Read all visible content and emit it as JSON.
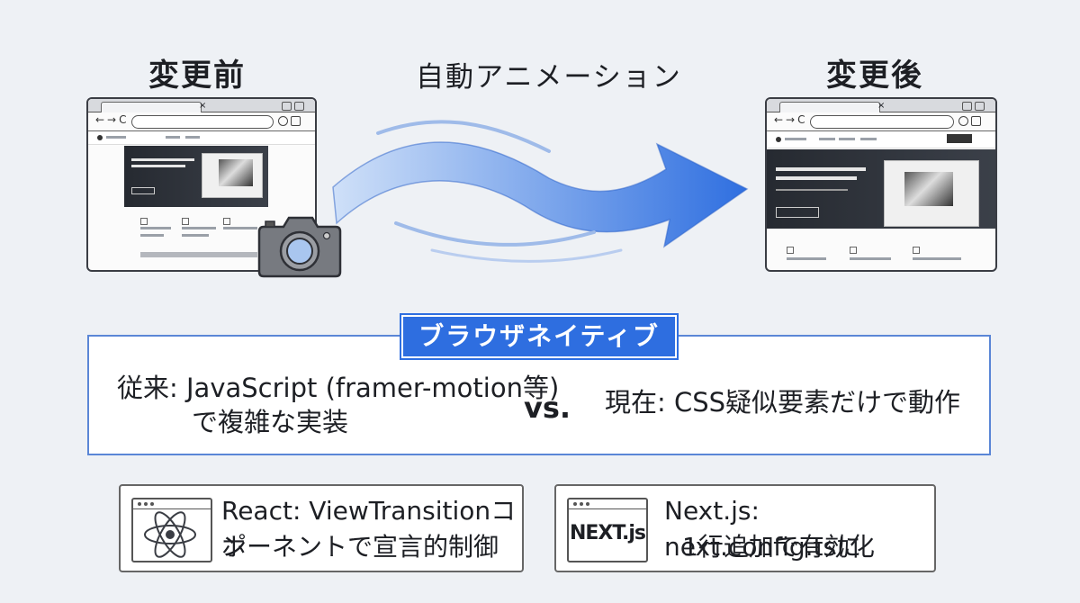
{
  "labels": {
    "before": "変更前",
    "animation": "自動アニメーション",
    "after": "変更後"
  },
  "banner": {
    "title": "ブラウザネイティブ",
    "left_line1": "従来: JavaScript (framer-motion等)",
    "left_line2": "で複雑な実装",
    "vs": "vs.",
    "right": "現在: CSS疑似要素だけで動作"
  },
  "cards": [
    {
      "icon": "react-atom-icon",
      "line1": "React: ViewTransitionコン",
      "line2": "ポーネントで宣言的制御"
    },
    {
      "icon": "nextjs-logo-icon",
      "logo_text": "NEXT.js",
      "line1": "Next.js: next.config.tsに",
      "line2": "1行追加で有効化"
    }
  ],
  "colors": {
    "accent": "#2e6ee0",
    "arrow": "#3b7be3",
    "border_blue": "#5a86d6"
  }
}
